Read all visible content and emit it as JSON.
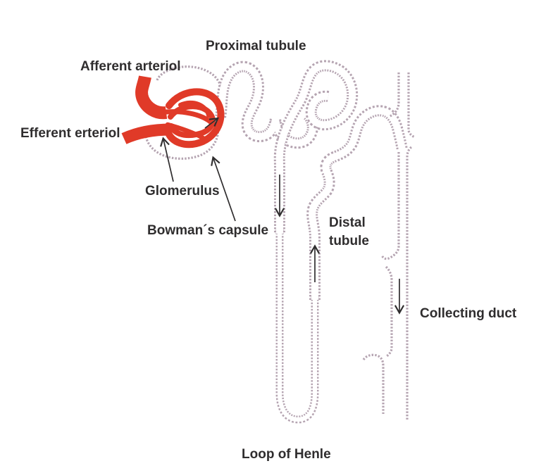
{
  "figure": {
    "type": "anatomical-diagram",
    "subject": "Nephron of the kidney",
    "labels": {
      "proximal_tubule": "Proximal tubule",
      "afferent_arteriol": "Afferent arteriol",
      "efferent_erteriol": "Efferent erteriol",
      "glomerulus": "Glomerulus",
      "bowmans_capsule": "Bowman´s capsule",
      "distal_tubule": "Distal tubule",
      "collecting_duct": "Collecting duct",
      "loop_of_henle": "Loop of Henle"
    },
    "arrows": [
      {
        "name": "proximal-inlet-arrow",
        "direction": "up-right"
      },
      {
        "name": "glomerulus-pointer-arrow",
        "direction": "up"
      },
      {
        "name": "bowmans-capsule-pointer-arrow",
        "direction": "up-left"
      },
      {
        "name": "descending-limb-flow-arrow",
        "direction": "down"
      },
      {
        "name": "ascending-limb-flow-arrow",
        "direction": "up"
      },
      {
        "name": "collecting-duct-flow-arrow",
        "direction": "down"
      }
    ],
    "colors": {
      "background": "#ffffff",
      "vessel_red": "#e03a28",
      "tubule_wall": "#b5a4b1",
      "text": "#2f2d2e",
      "arrow": "#2f2d2e"
    }
  }
}
